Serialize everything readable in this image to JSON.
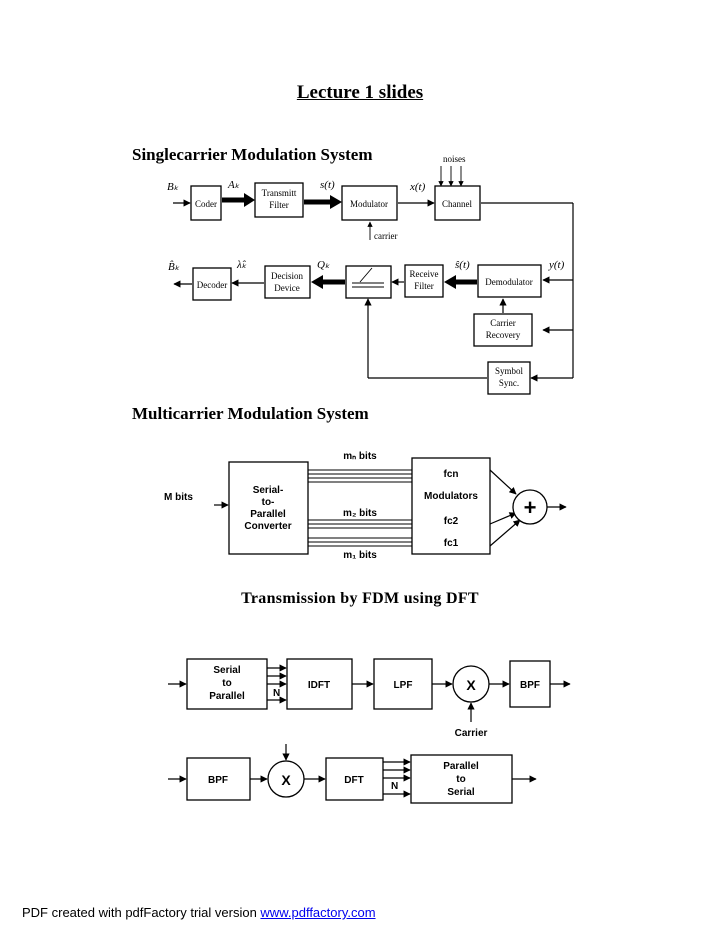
{
  "title": "Lecture 1 slides",
  "sections": {
    "single": "Singlecarrier Modulation System",
    "multi": "Multicarrier Modulation System",
    "fdm": "Transmission by FDM using DFT"
  },
  "single": {
    "noises": "noises",
    "coder": "Coder",
    "tx_filter_1": "Transmitt",
    "tx_filter_2": "Filter",
    "modulator": "Modulator",
    "channel": "Channel",
    "carrier": "carrier",
    "decoder": "Decoder",
    "decision_1": "Decision",
    "decision_2": "Device",
    "rx_filter_1": "Receive",
    "rx_filter_2": "Filter",
    "demodulator": "Demodulator",
    "carrier_rec_1": "Carrier",
    "carrier_rec_2": "Recovery",
    "symbol_sync_1": "Symbol",
    "symbol_sync_2": "Sync.",
    "sym_bk": "Bₖ",
    "sym_ak": "Aₖ",
    "sym_st": "s(t)",
    "sym_xt": "x(t)",
    "sym_bk_hat": "B̂ₖ",
    "sym_ak_hat": "λ̂ₖ",
    "sym_qk": "Qₖ",
    "sym_st_hat": "ŝ(t)",
    "sym_yt": "y(t)"
  },
  "multi": {
    "m_bits": "M bits",
    "sp_1": "Serial-",
    "sp_2": "to-",
    "sp_3": "Parallel",
    "sp_4": "Converter",
    "mn_bits": "mₙ bits",
    "m2_bits": "m₂ bits",
    "m1_bits": "m₁ bits",
    "fcn": "fcn",
    "modulators": "Modulators",
    "fc2": "fc2",
    "fc1": "fc1",
    "plus": "+"
  },
  "fdm": {
    "sp_1": "Serial",
    "sp_2": "to",
    "sp_3": "Parallel",
    "n_label": "N",
    "idft": "IDFT",
    "lpf": "LPF",
    "mult": "X",
    "bpf_tx": "BPF",
    "carrier": "Carrier",
    "bpf_rx": "BPF",
    "mult_rx": "X",
    "dft": "DFT",
    "n_label_rx": "N",
    "ps_1": "Parallel",
    "ps_2": "to",
    "ps_3": "Serial"
  },
  "footer": {
    "prefix": "PDF created with pdfFactory trial version ",
    "link": "www.pdffactory.com"
  }
}
